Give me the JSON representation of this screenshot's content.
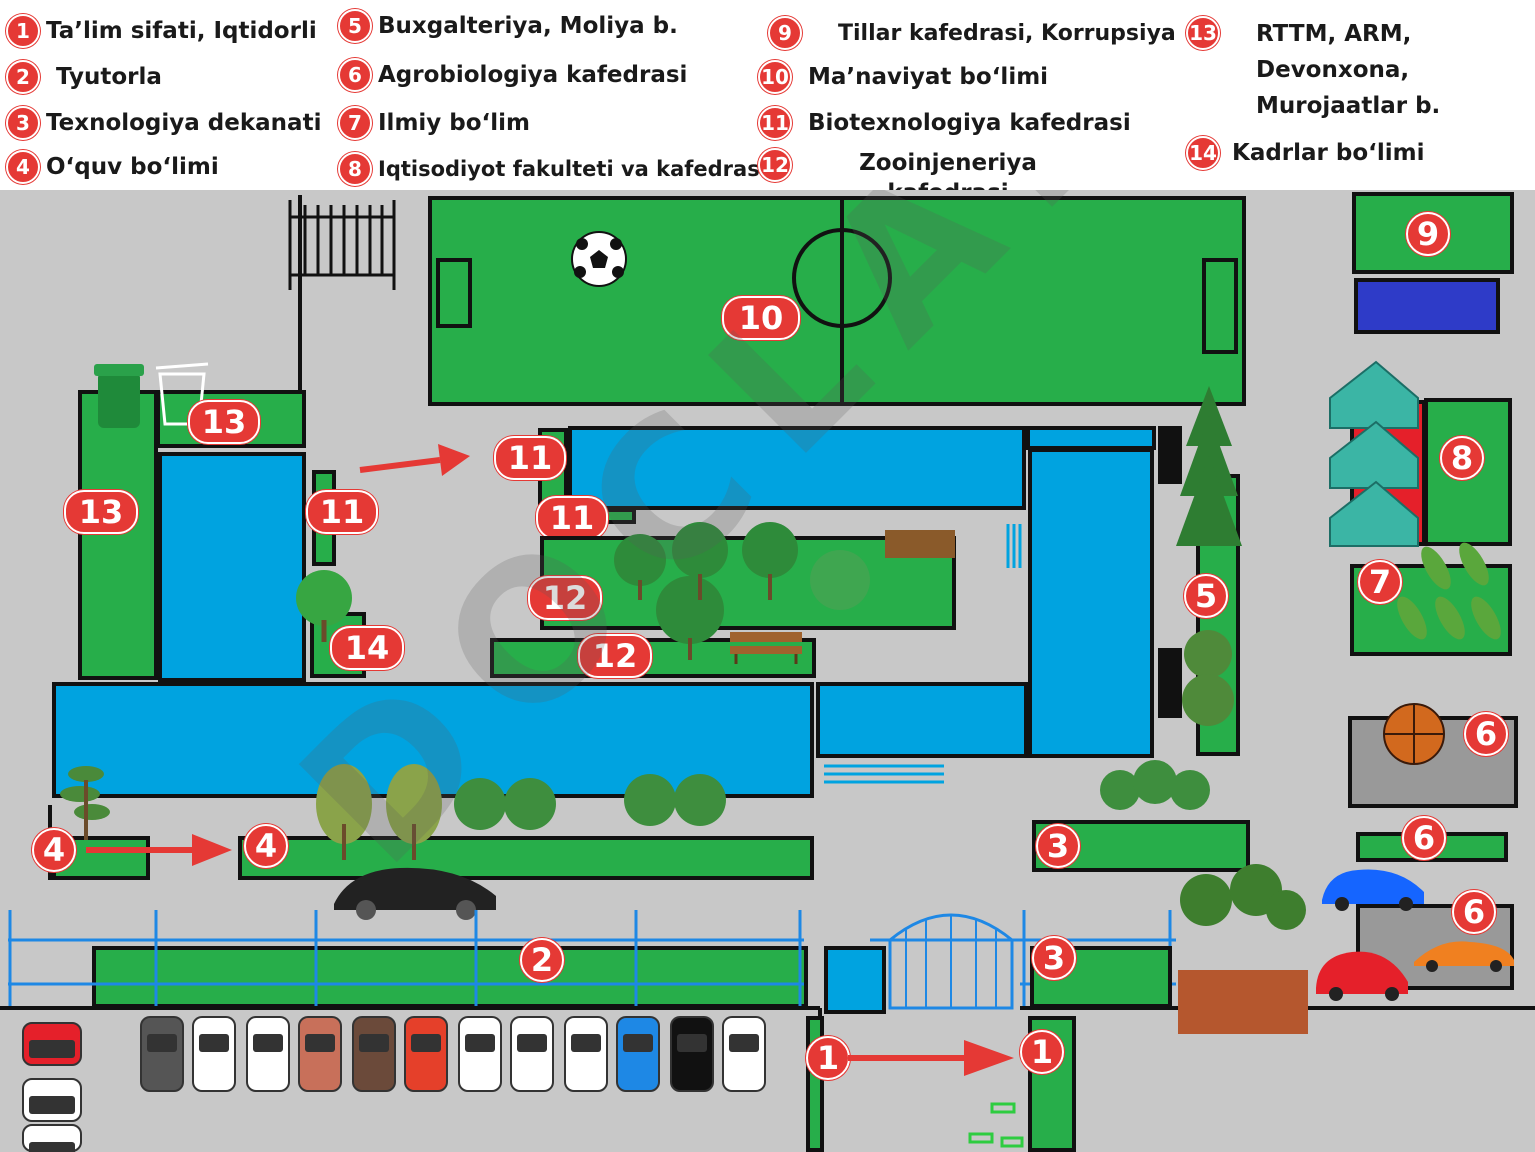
{
  "legend": {
    "items": [
      {
        "n": "1",
        "label": "Ta’lim sifati, Iqtidorli"
      },
      {
        "n": "2",
        "label": "Tyutorla"
      },
      {
        "n": "3",
        "label": "Texnologiya  dekanati"
      },
      {
        "n": "4",
        "label": "O‘quv bo‘limi"
      },
      {
        "n": "5",
        "label": "Buxgalteriya, Moliya b."
      },
      {
        "n": "6",
        "label": "Agrobiologiya kafedrasi"
      },
      {
        "n": "7",
        "label": "Ilmiy bo‘lim"
      },
      {
        "n": "8",
        "label": "Iqtisodiyot fakulteti va kafedrasi"
      },
      {
        "n": "9",
        "label": "Tillar kafedrasi, Korrupsiya"
      },
      {
        "n": "10",
        "label": "Ma’naviyat bo‘limi"
      },
      {
        "n": "11",
        "label": "Biotexnologiya kafedrasi"
      },
      {
        "n": "12",
        "label": "Zooinjeneriya kafedrasi"
      },
      {
        "n": "13",
        "label": "RTTM, ARM, Devonxona, Murojaatlar b."
      },
      {
        "n": "14",
        "label": "Kadrlar bo‘limi"
      }
    ]
  },
  "map": {
    "markers": {
      "m10": "10",
      "m9": "9",
      "m13a": "13",
      "m13b": "13",
      "m11a": "11",
      "m11b": "11",
      "m11c": "11",
      "m8": "8",
      "m12a": "12",
      "m12b": "12",
      "m14": "14",
      "m5": "5",
      "m7": "7",
      "m6a": "6",
      "m6b": "6",
      "m6c": "6",
      "m4a": "4",
      "m4b": "4",
      "m3a": "3",
      "m2": "2",
      "m3b": "3",
      "m1a": "1",
      "m1b": "1"
    },
    "watermark": "DOCLAB.UZ"
  },
  "colors": {
    "green": "#27ae4a",
    "blue": "#00a3e0",
    "badge": "#e53935",
    "road": "#c8c8c8"
  }
}
